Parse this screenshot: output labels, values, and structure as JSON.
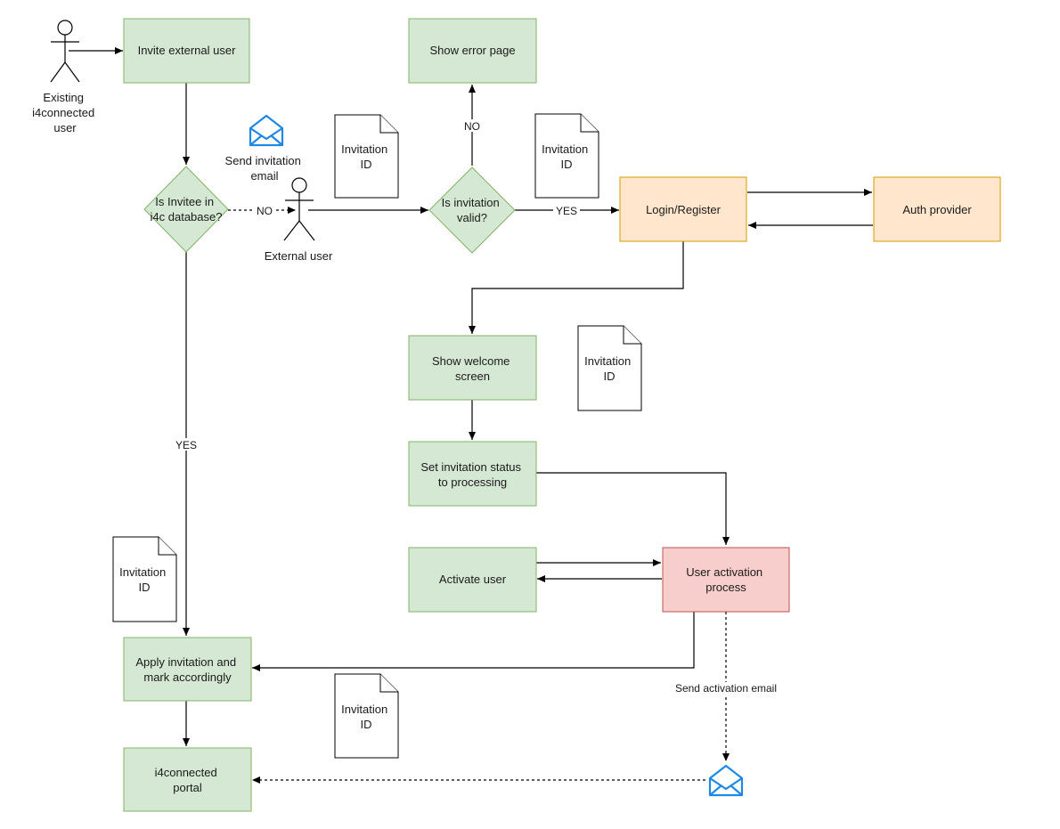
{
  "actors": {
    "existing_user": [
      "Existing",
      "i4connected",
      "user"
    ],
    "external_user": [
      "External user"
    ]
  },
  "process": {
    "invite_external_user": [
      "Invite external user"
    ],
    "show_error_page": [
      "Show error page"
    ],
    "show_welcome_screen": [
      "Show welcome",
      "screen"
    ],
    "set_invitation_status": [
      "Set invitation status",
      "to processing"
    ],
    "activate_user": [
      "Activate user"
    ],
    "apply_invitation": [
      "Apply invitation and",
      "mark accordingly"
    ],
    "i4connected_portal": [
      "i4connected",
      "portal"
    ]
  },
  "decisions": {
    "is_invitee_in_db": [
      "Is Invitee in",
      "i4c database?"
    ],
    "is_invitation_valid": [
      "Is invitation",
      "valid?"
    ]
  },
  "systems": {
    "login_register": [
      "Login/Register"
    ],
    "auth_provider": [
      "Auth provider"
    ],
    "user_activation": [
      "User activation",
      "process"
    ]
  },
  "documents": {
    "invitation_id": [
      "Invitation",
      "ID"
    ]
  },
  "mail": {
    "send_invitation_email": [
      "Send invitation",
      "email"
    ]
  },
  "edge_labels": {
    "no": "NO",
    "yes": "YES",
    "send_activation_email": "Send activation email"
  },
  "colors": {
    "process_fill": "#d5e8d4",
    "process_stroke": "#82b366",
    "system_fill": "#ffe6cc",
    "system_stroke": "#d79b00",
    "activation_fill": "#f8cecc",
    "activation_stroke": "#b85450",
    "mail_icon": "#1e88e5"
  },
  "icons": [
    "stick-figure-actor",
    "envelope-icon",
    "document-shape"
  ]
}
